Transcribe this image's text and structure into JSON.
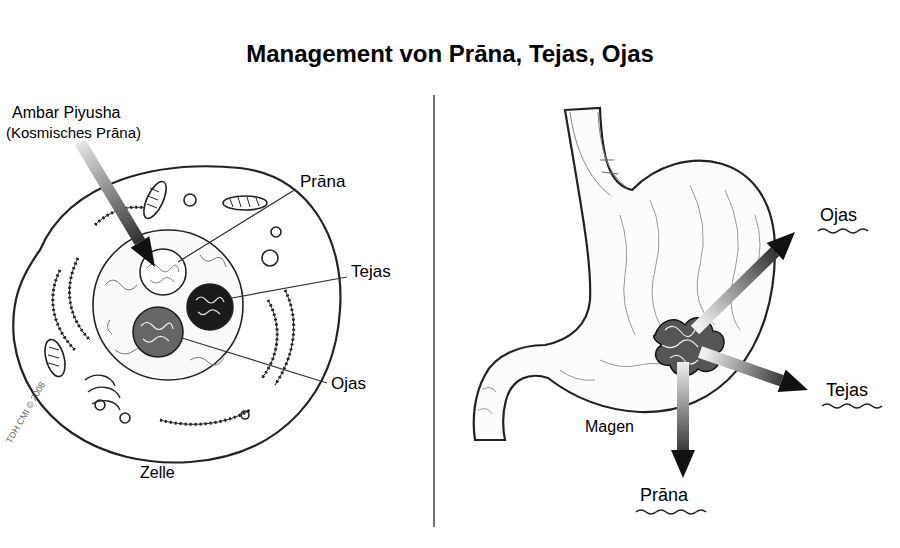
{
  "diagram": {
    "title": "Management von Prāna, Tejas, Ojas",
    "nodes": [
      {
        "text": [
          "Zelle"
        ]
      },
      {
        "text": [
          "Magen"
        ]
      }
    ],
    "labels": [
      "Ambar Piyusha",
      "(Kosmisches Prāna)",
      "Prāna",
      "Tejas",
      "Ojas",
      "TDH CMI © 2008",
      "Ojas",
      "Tejas",
      "Prāna"
    ]
  }
}
